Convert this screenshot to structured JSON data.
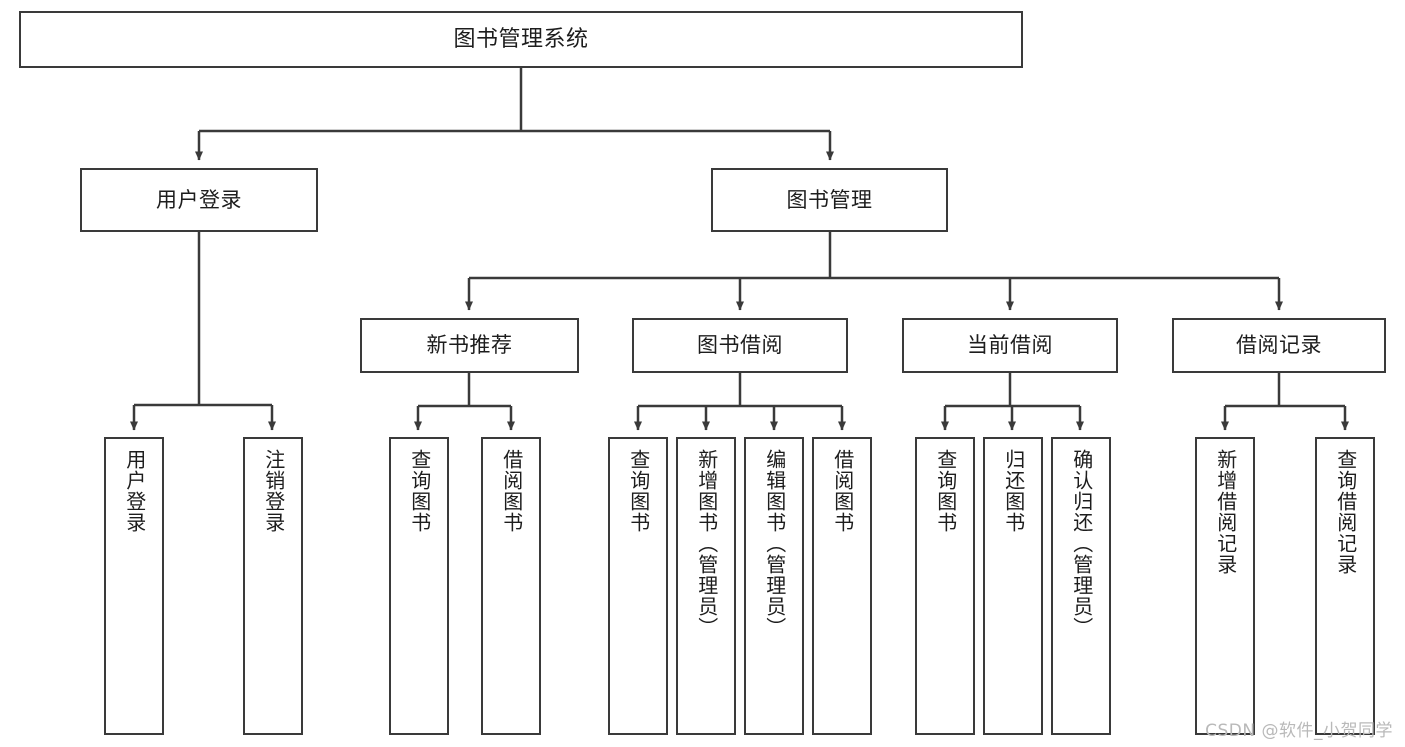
{
  "diagram": {
    "title": "图书管理系统",
    "watermark": "CSDN @软件_小贺同学",
    "stroke_color": "#3a3a3a",
    "text_color": "#1d1d1d",
    "background": "#ffffff",
    "nodes": {
      "root": "图书管理系统",
      "level2": [
        "用户登录",
        "图书管理"
      ],
      "level3": [
        "新书推荐",
        "图书借阅",
        "当前借阅",
        "借阅记录"
      ],
      "leaves_user_login": [
        "用户登录",
        "注销登录"
      ],
      "leaves_new_books": [
        "查询图书",
        "借阅图书"
      ],
      "leaves_book_borrow": [
        "查询图书",
        "新增图书（管理员）",
        "编辑图书（管理员）",
        "借阅图书"
      ],
      "leaves_current_borrow": [
        "查询图书",
        "归还图书",
        "确认归还（管理员）"
      ],
      "leaves_borrow_record": [
        "新增借阅记录",
        "查询借阅记录"
      ]
    }
  }
}
